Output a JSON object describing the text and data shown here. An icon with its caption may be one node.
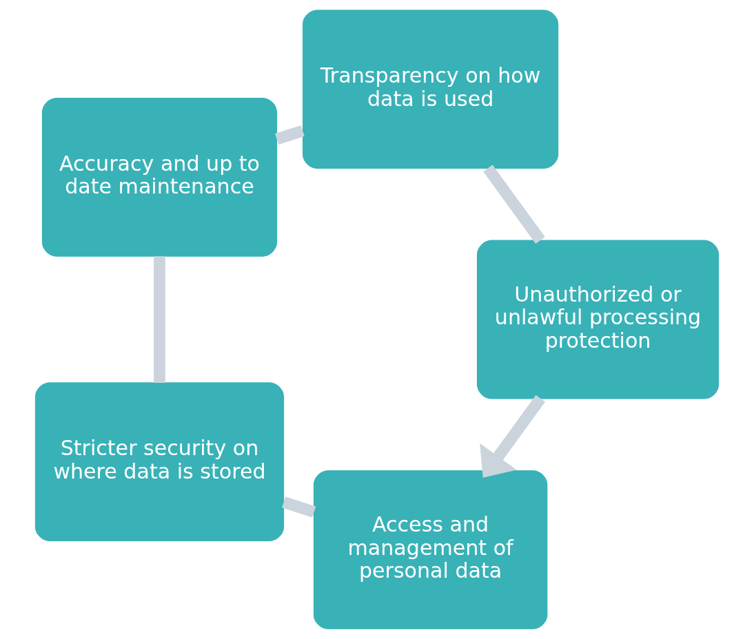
{
  "diagram": {
    "nodes": [
      {
        "text": [
          "Access and management of personal data"
        ]
      },
      {
        "text": [
          "Stricter security on where data is stored"
        ]
      },
      {
        "text": [
          "Accuracy and up to date maintenance"
        ]
      },
      {
        "text": [
          "Transparency on how data is used"
        ]
      },
      {
        "text": [
          "Unauthorized or unlawful processing protection"
        ]
      }
    ],
    "edges": [
      {
        "from": 0,
        "to": 1,
        "arrow": "none"
      },
      {
        "from": 1,
        "to": 2,
        "arrow": "none"
      },
      {
        "from": 2,
        "to": 3,
        "arrow": "none"
      },
      {
        "from": 3,
        "to": 4,
        "arrow": "none"
      },
      {
        "from": 4,
        "to": 0,
        "arrow": "to"
      }
    ]
  }
}
